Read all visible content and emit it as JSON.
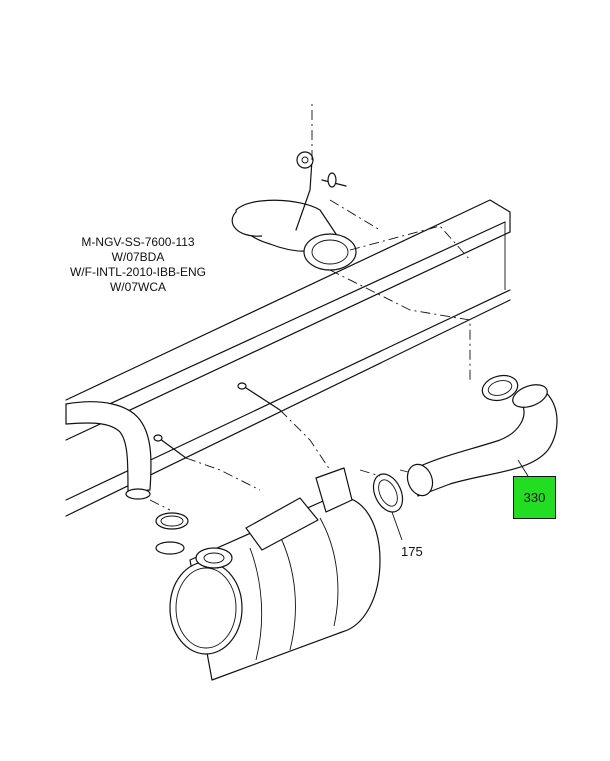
{
  "diagram": {
    "title_lines": [
      "M-NGV-SS-7600-113",
      "W/07BDA",
      "W/F-INTL-2010-IBB-ENG",
      "W/07WCA"
    ],
    "callouts": {
      "clamp": "175",
      "exhaust_pipe": "330"
    },
    "colors": {
      "highlight": "#22dd22",
      "ink": "#111111",
      "background": "#ffffff"
    }
  }
}
